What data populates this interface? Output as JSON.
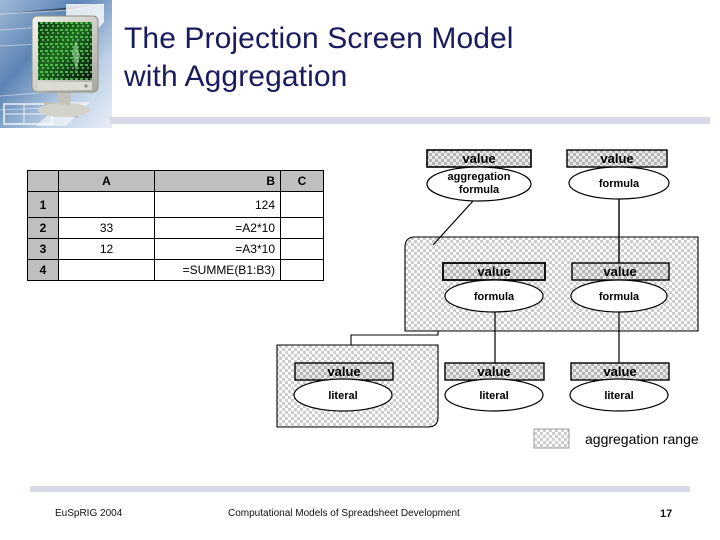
{
  "slide": {
    "title": "The Projection Screen Model with Aggregation",
    "title_line1": "The Projection Screen Model",
    "title_line2": "with Aggregation",
    "title_color": "#1a1a5e",
    "rule_color": "#d8d8e6"
  },
  "logo": {
    "name": "computer-monitor-graphic",
    "description": "CRT/LCD monitor with green matrix code screen on blue technology background"
  },
  "spreadsheet": {
    "columns": [
      "",
      "A",
      "B",
      "C"
    ],
    "rows": [
      {
        "header": "1",
        "A": "",
        "B": "124",
        "C": ""
      },
      {
        "header": "2",
        "A": "33",
        "B": "=A2*10",
        "C": ""
      },
      {
        "header": "3",
        "A": "12",
        "B": "=A3*10",
        "C": ""
      },
      {
        "header": "4",
        "A": "",
        "B": "=SUMME(B1:B3)",
        "C": ""
      }
    ]
  },
  "diagram": {
    "nodes": [
      {
        "id": "n-agg",
        "value_label": "value",
        "type_label": "aggregation formula",
        "row": "top",
        "in_range": false
      },
      {
        "id": "n-top-right",
        "value_label": "value",
        "type_label": "formula",
        "row": "top",
        "in_range": false
      },
      {
        "id": "n-mid-left",
        "value_label": "value",
        "type_label": "formula",
        "row": "middle",
        "in_range": true
      },
      {
        "id": "n-mid-right",
        "value_label": "value",
        "type_label": "formula",
        "row": "middle",
        "in_range": true
      },
      {
        "id": "n-bot-left",
        "value_label": "value",
        "type_label": "literal",
        "row": "bottom",
        "in_range": true
      },
      {
        "id": "n-bot-mid",
        "value_label": "value",
        "type_label": "literal",
        "row": "bottom",
        "in_range": false
      },
      {
        "id": "n-bot-right",
        "value_label": "value",
        "type_label": "literal",
        "row": "bottom",
        "in_range": false
      }
    ],
    "legend": {
      "swatch_label": "aggregation range"
    }
  },
  "footer": {
    "left": "EuSpRIG 2004",
    "center": "Computational Models of Spreadsheet Development",
    "page": "17"
  }
}
